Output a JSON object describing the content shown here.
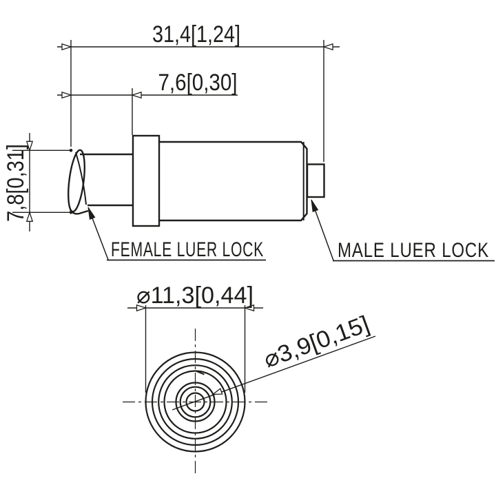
{
  "drawing": {
    "type": "engineering-drawing",
    "part": "luer lock adapter",
    "colors": {
      "background": "#ffffff",
      "line": "#1d1d1b"
    },
    "side_view": {
      "dim_overall_length": "31,4[1,24]",
      "dim_female_length": "7,6[0,30]",
      "dim_height": "7,8[0,31]",
      "label_female": "FEMALE LUER LOCK",
      "label_male": "MALE LUER LOCK"
    },
    "end_view": {
      "dim_outer_diameter": "⌀11,3[0,44]",
      "dim_inner_diameter": "⌀3,9[0,15]"
    }
  }
}
